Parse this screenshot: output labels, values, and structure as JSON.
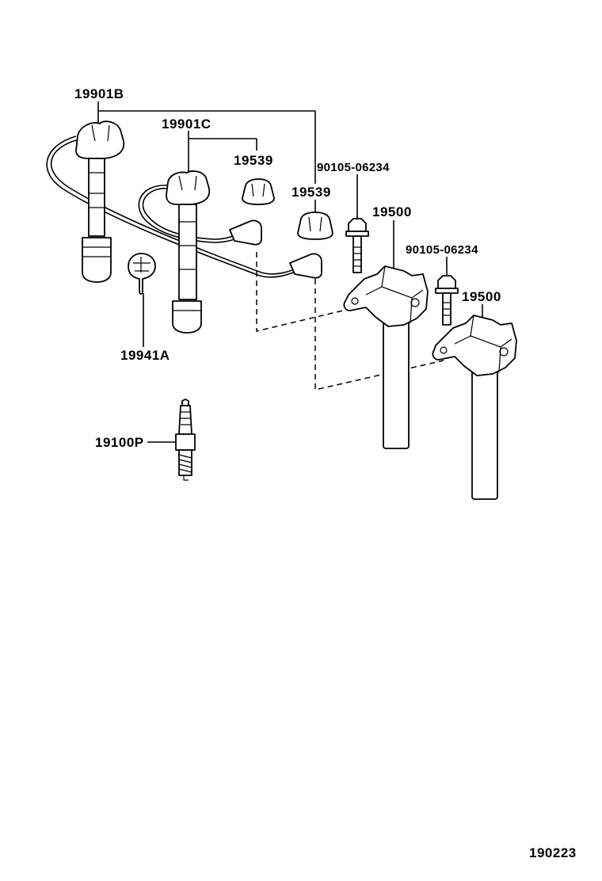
{
  "labels": {
    "wire_set_b": "19901B",
    "wire_set_c": "19901C",
    "cap_a": "19539",
    "cap_b": "19539",
    "bolt_a": "90105-06234",
    "bolt_b": "90105-06234",
    "coil_a": "19500",
    "coil_b": "19500",
    "clamp": "19941A",
    "spark_plug": "19100P"
  },
  "figure_number": "190223"
}
